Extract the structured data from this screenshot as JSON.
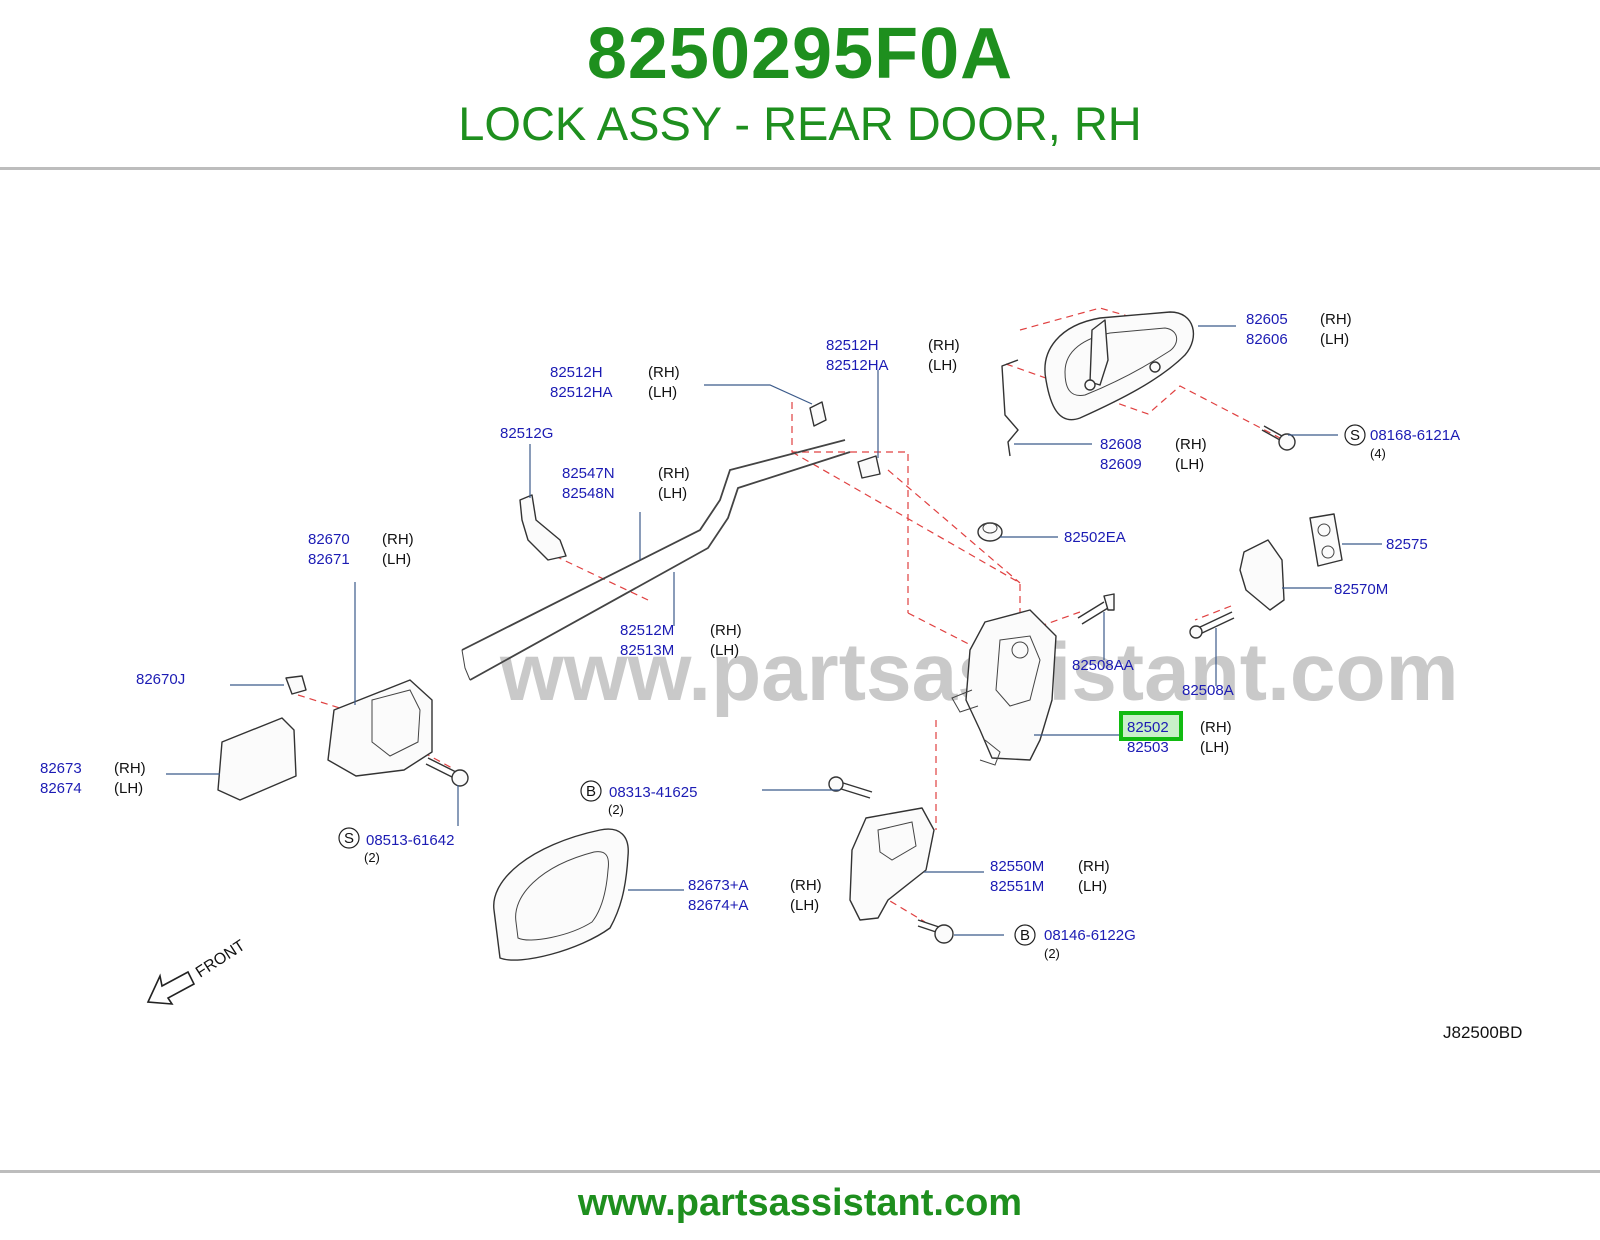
{
  "header": {
    "part_number": "8250295F0A",
    "part_name": "LOCK ASSY - REAR DOOR, RH"
  },
  "watermark": "www.partsassistant.com",
  "diagram_code": "J82500BD",
  "front_label": "FRONT",
  "callouts": {
    "c82605": "82605",
    "c82606": "82606",
    "c82512H_a": "82512H",
    "c82512HA_a": "82512HA",
    "c82512H_b": "82512H",
    "c82512HA_b": "82512HA",
    "c82512G": "82512G",
    "c82547N": "82547N",
    "c82548N": "82548N",
    "c82608": "82608",
    "c82609": "82609",
    "c08168": "08168-6121A",
    "c82502EA": "82502EA",
    "c82575": "82575",
    "c82570M": "82570M",
    "c82670": "82670",
    "c82671": "82671",
    "c82512M": "82512M",
    "c82513M": "82513M",
    "c82508AA": "82508AA",
    "c82670J": "82670J",
    "c82508A": "82508A",
    "c82502": "82502",
    "c82503": "82503",
    "c82673": "82673",
    "c82674": "82674",
    "c08313": "08313-41625",
    "c08513": "08513-61642",
    "c82550M": "82550M",
    "c82551M": "82551M",
    "c82673A": "82673+A",
    "c82674A": "82674+A",
    "c08146": "08146-6122G"
  },
  "sides": {
    "rh": "(RH)",
    "lh": "(LH)"
  },
  "qty": {
    "q4": "(4)",
    "q2": "(2)"
  },
  "markers": {
    "s": "S",
    "b": "B"
  },
  "highlight": {
    "part": "82502",
    "color": "#11bb11"
  },
  "colors": {
    "brand_green": "#1e8f1e",
    "callout_blue": "#1c1cb4",
    "dash_red": "#e04040"
  },
  "footer": {
    "url": "www.partsassistant.com"
  }
}
